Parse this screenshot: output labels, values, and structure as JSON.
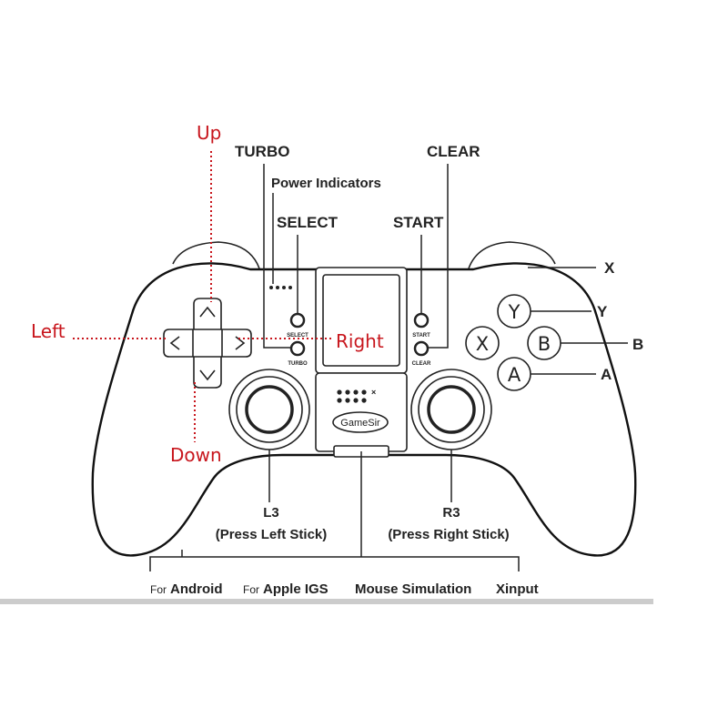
{
  "labels": {
    "turbo": "TURBO",
    "power_indicators": "Power Indicators",
    "select": "SELECT",
    "start": "START",
    "clear": "CLEAR",
    "x": "X",
    "y": "Y",
    "b": "B",
    "a": "A",
    "l3": "L3",
    "l3_desc": "(Press Left Stick)",
    "r3": "R3",
    "r3_desc": "(Press Right Stick)"
  },
  "dpad_labels": {
    "up": "Up",
    "down": "Down",
    "left": "Left",
    "right": "Right"
  },
  "controller": {
    "select_small": "SELECT",
    "turbo_small": "TURBO",
    "start_small": "START",
    "clear_small": "CLEAR",
    "brand": "GameSir",
    "face_buttons": {
      "x": "X",
      "y": "Y",
      "b": "B",
      "a": "A"
    }
  },
  "modes": [
    {
      "prefix": "For",
      "name": "Android"
    },
    {
      "prefix": "For",
      "name": "Apple IGS"
    },
    {
      "prefix": "",
      "name": "Mouse Simulation"
    },
    {
      "prefix": "",
      "name": "Xinput"
    }
  ],
  "colors": {
    "annotation": "#c8161d",
    "outline": "#111111",
    "divider": "#cccccc"
  }
}
